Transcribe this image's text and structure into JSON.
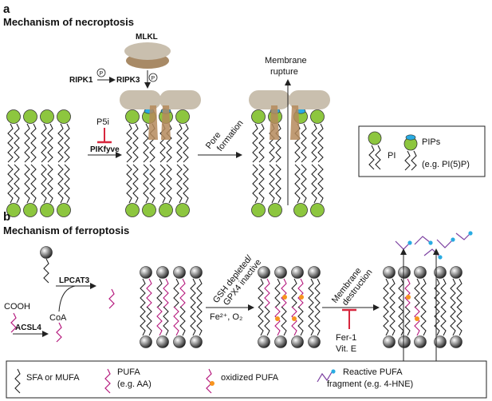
{
  "panel_a": {
    "letter": "a",
    "title": "Mechanism of necroptosis",
    "mlkl": "MLKL",
    "ripk1": "RIPK1",
    "ripk3": "RIPK3",
    "phospho": "P",
    "p5i": "P5i",
    "pikfyve": "PIKfyve",
    "pore_line1": "Pore",
    "pore_line2": "formation",
    "membrane_line1": "Membrane",
    "membrane_line2": "rupture",
    "legend": {
      "pi": "PI",
      "pips_line1": "PIPs",
      "pips_line2": "(e.g. PI(5)P)"
    }
  },
  "panel_b": {
    "letter": "b",
    "title": "Mechanism of ferroptosis",
    "lpcat3": "LPCAT3",
    "cooh": "COOH",
    "coa": "CoA",
    "acsl4": "ACSL4",
    "gsh_line1": "GSH depleted/",
    "gsh_line2": "GPX4 inactive",
    "fe": "Fe²⁺, O₂",
    "destr_line1": "Membrane",
    "destr_line2": "destruction",
    "fer1": "Fer-1",
    "vite": "Vit. E",
    "legend": {
      "sfa": "SFA or MUFA",
      "pufa_line1": "PUFA",
      "pufa_line2": "(e.g. AA)",
      "oxpufa": "oxidized PUFA",
      "frag_line1": "Reactive PUFA",
      "frag_line2": "fragment (e.g. 4-HNE)"
    }
  },
  "colors": {
    "head_green": "#8dc63f",
    "pip_cap": "#29abe2",
    "mlkl_top": "#c9bfae",
    "mlkl_bottom": "#a88a66",
    "pore_brown": "#b58a5c",
    "inhibitor_red": "#d7263d",
    "pufa_magenta": "#b5197d",
    "ox_orange": "#f7941d",
    "frag_purple": "#7b3fa0"
  }
}
